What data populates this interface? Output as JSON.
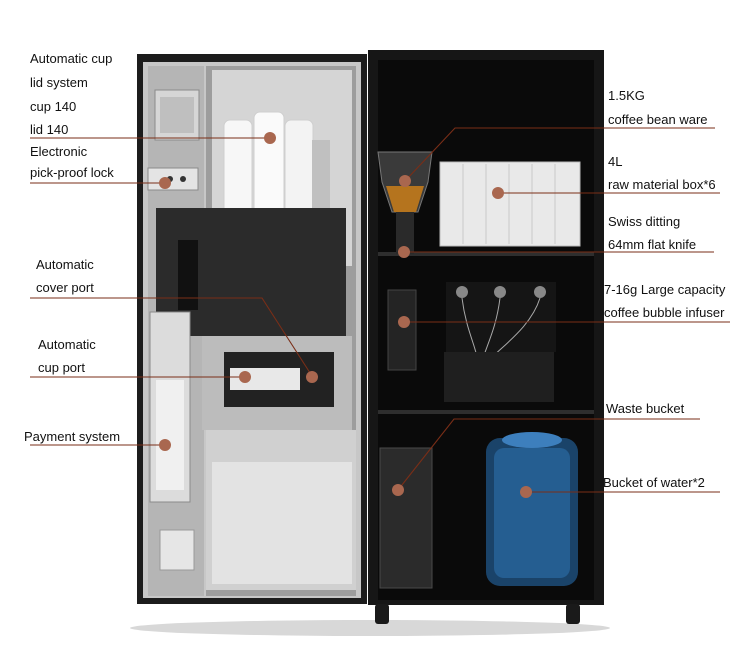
{
  "labels_left": {
    "lid_system_1": "Automatic cup",
    "lid_system_2": "lid system",
    "lid_system_3": "cup 140",
    "lid_system_4": "lid 140",
    "lock_1": "Electronic",
    "lock_2": "pick-proof lock",
    "cover_port_1": "Automatic",
    "cover_port_2": "cover port",
    "cup_port_1": "Automatic",
    "cup_port_2": "cup port",
    "payment": "Payment system"
  },
  "labels_right": {
    "bean_1": "1.5KG",
    "bean_2": "coffee bean ware",
    "box_1": "4L",
    "box_2": "raw material box*6",
    "grinder_1": "Swiss ditting",
    "grinder_2": "64mm flat knife",
    "infuser_1": "7-16g Large capacity",
    "infuser_2": "coffee bubble infuser",
    "waste": "Waste bucket",
    "water": "Bucket of water*2"
  },
  "colors": {
    "leader_line": "#7a2e17",
    "dot": "#a9674f",
    "frame": "#1b1b1b",
    "cabinet_interior": "#0c0c0c",
    "door_panel": "#bdbdbd"
  }
}
